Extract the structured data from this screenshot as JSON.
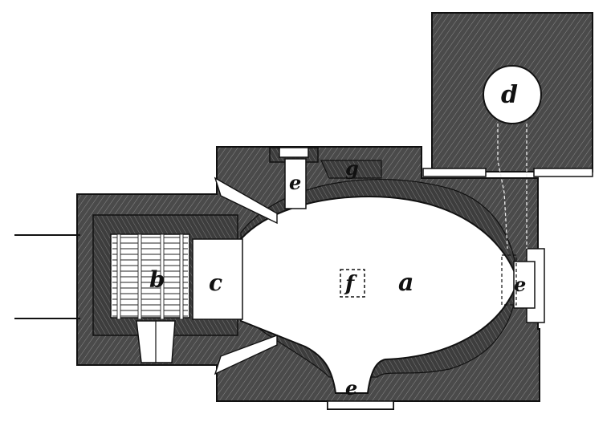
{
  "labels": {
    "a": "a",
    "b": "b",
    "c": "c",
    "d": "d",
    "e_top": "e",
    "e_right": "e",
    "e_bottom": "e",
    "f": "f",
    "g": "g"
  },
  "colors": {
    "masonry": "#4a4a4a",
    "ink": "#111111",
    "paper": "#ffffff",
    "hatch": "#8a8a8a"
  }
}
